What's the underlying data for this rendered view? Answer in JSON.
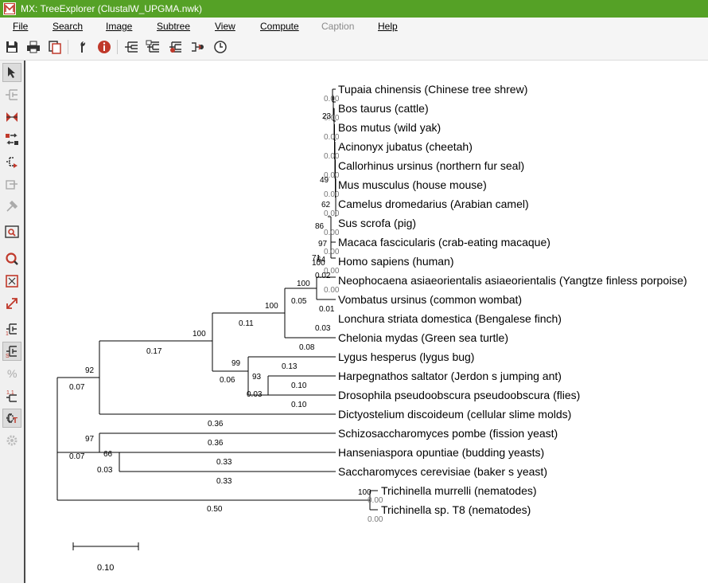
{
  "window": {
    "title": "MX: TreeExplorer (ClustalW_UPGMA.nwk)"
  },
  "menu": [
    {
      "label": "File",
      "disabled": false
    },
    {
      "label": "Search",
      "disabled": false
    },
    {
      "label": "Image",
      "disabled": false
    },
    {
      "label": "Subtree",
      "disabled": false
    },
    {
      "label": "View",
      "disabled": false
    },
    {
      "label": "Compute",
      "disabled": false
    },
    {
      "label": "Caption",
      "disabled": true
    },
    {
      "label": "Help",
      "disabled": false
    }
  ],
  "toolbar_icons": [
    "save-icon",
    "print-icon",
    "copy-icon",
    "wrench-icon",
    "info-icon",
    "tree-layout-icon",
    "tree-plus-icon",
    "tree-minus-icon",
    "tree-flow-icon",
    "timer-icon"
  ],
  "sidebar_icons": [
    "pointer-icon",
    "place-root-icon",
    "flip-subtree-icon",
    "swap-taxa-icon",
    "compress-subtree-icon",
    "show-subtree-icon",
    "marker-icon",
    "zoom-window-icon",
    "zoom-icon",
    "fit-window-icon",
    "resize-icon",
    "bootstrap-icon",
    "clock-icon",
    "percent-icon",
    "topology-icon",
    "taxa-names-icon",
    "settings-icon"
  ],
  "tree": {
    "taxa": [
      "Tupaia chinensis (Chinese tree shrew)",
      "Bos taurus (cattle)",
      "Bos mutus (wild yak)",
      "Acinonyx jubatus (cheetah)",
      "Callorhinus ursinus (northern fur seal)",
      "Mus musculus (house mouse)",
      "Camelus dromedarius (Arabian camel)",
      "Sus scrofa (pig)",
      "Macaca fascicularis (crab-eating macaque)",
      "Homo sapiens (human)",
      "Neophocaena asiaeorientalis asiaeorientalis (Yangtze finless porpoise)",
      "Vombatus ursinus (common wombat)",
      "Lonchura striata domestica (Bengalese finch)",
      "Chelonia mydas (Green sea turtle)",
      "Lygus hesperus (lygus bug)",
      "Harpegnathos saltator (Jerdon s jumping ant)",
      "Drosophila pseudoobscura pseudoobscura (flies)",
      "Dictyostelium discoideum (cellular slime molds)",
      "Schizosaccharomyces pombe (fission yeast)",
      "Hanseniaspora opuntiae (budding yeasts)",
      "Saccharomyces cerevisiae (baker s yeast)",
      "Trichinella murrelli (nematodes)",
      "Trichinella sp. T8 (nematodes)"
    ],
    "taxon_branch_lengths": [
      "0.00",
      "0.00",
      "0.00",
      "0.00",
      "0.00",
      "0.00",
      "0.00",
      "0.00",
      "0.00",
      "0.00",
      "0.00",
      "0.01",
      "0.03",
      "0.08",
      "0.13",
      "0.10",
      "0.10",
      "0.36",
      "0.36",
      "0.33",
      "0.33",
      "0.00",
      "0.00"
    ],
    "internal_branch_lengths": [
      "0.07",
      "0.17",
      "0.11",
      "0.05",
      "0.02",
      "0.06",
      "0.03",
      "0.07",
      "0.03",
      "0.50"
    ],
    "bootstrap_values": [
      "23",
      "49",
      "62",
      "86",
      "97",
      "71",
      "64",
      "100",
      "100",
      "100",
      "100",
      "99",
      "93",
      "92",
      "97",
      "66",
      "100"
    ],
    "scale_bar_label": "0.10"
  }
}
